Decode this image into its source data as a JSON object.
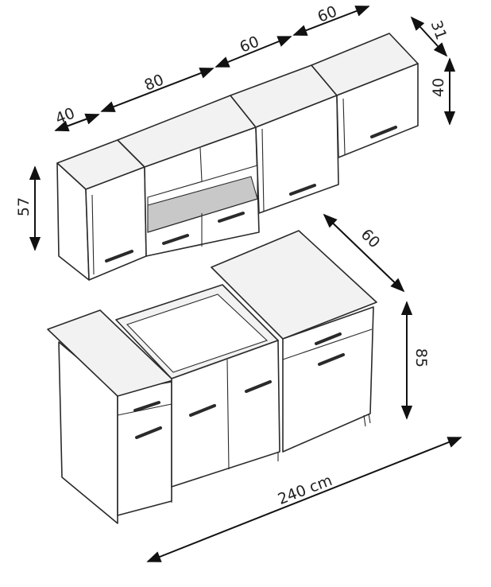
{
  "dimensions": {
    "upper_w40": "40",
    "upper_w80": "80",
    "upper_w60a": "60",
    "upper_w60b": "60",
    "upper_depth": "31",
    "upper_h40": "40",
    "upper_h57": "57",
    "base_depth": "60",
    "base_height": "85",
    "total_width": "240 cm"
  },
  "colors": {
    "line": "#2a2a2a",
    "cabinet_front": "#ffffff",
    "top_surface": "#f2f2f2",
    "niche_shelf": "#c8c8c8"
  }
}
